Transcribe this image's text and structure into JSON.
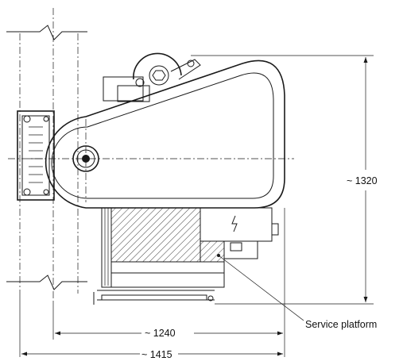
{
  "labels": {
    "height_dim": "~ 1320",
    "inner_width_dim": "~ 1240",
    "outer_width_dim": "~ 1415",
    "service_platform": "Service platform"
  },
  "colors": {
    "line": "#1a1a1a",
    "body_fill": "#ffffff",
    "hatch": "#1a1a1a"
  }
}
